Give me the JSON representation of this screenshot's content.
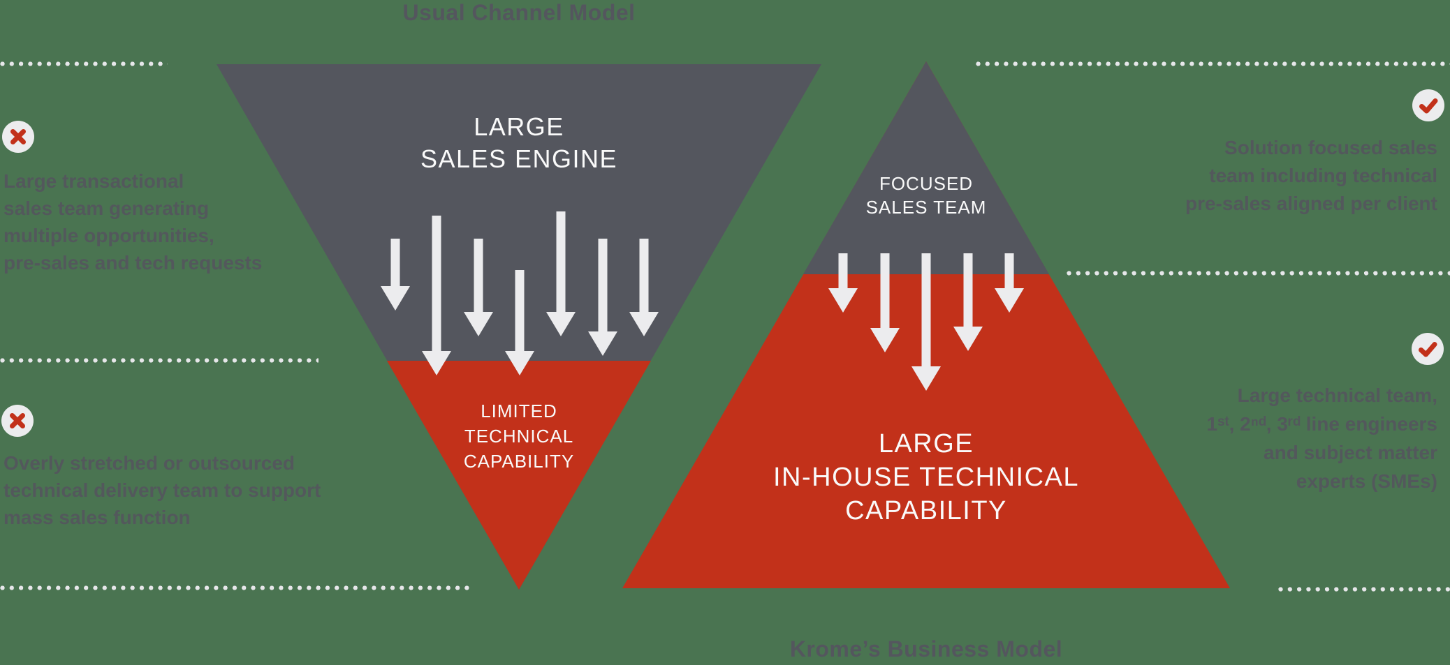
{
  "titles": {
    "top": "Usual Channel Model",
    "bottom": "Krome’s Business Model"
  },
  "left_diagram": {
    "sales_label": "LARGE\nSALES ENGINE",
    "capability_label": "LIMITED\nTECHNICAL\nCAPABILITY"
  },
  "right_diagram": {
    "sales_label": "FOCUSED\nSALES TEAM",
    "capability_label": "LARGE\nIN-HOUSE TECHNICAL\nCAPABILITY"
  },
  "annotations": {
    "left_top": {
      "icon": "x-circle",
      "text": "Large transactional\nsales team generating\nmultiple opportunities,\npre-sales and tech requests"
    },
    "left_bottom": {
      "icon": "x-circle",
      "text": "Overly stretched or outsourced\ntechnical delivery team to support\nmass sales function"
    },
    "right_top": {
      "icon": "check-circle",
      "text": "Solution focused sales\nteam including technical\npre-sales aligned per client"
    },
    "right_bottom": {
      "icon": "check-circle",
      "text": "Large technical team,\n1ˢᵗ, 2ⁿᵈ, 3ʳᵈ line engineers\nand subject matter\nexperts (SMEs)"
    }
  },
  "colors": {
    "background": "#4a7451",
    "slate": "#54565e",
    "red": "#c2311a",
    "light": "#ececee",
    "dots": "#e7e7ea"
  }
}
